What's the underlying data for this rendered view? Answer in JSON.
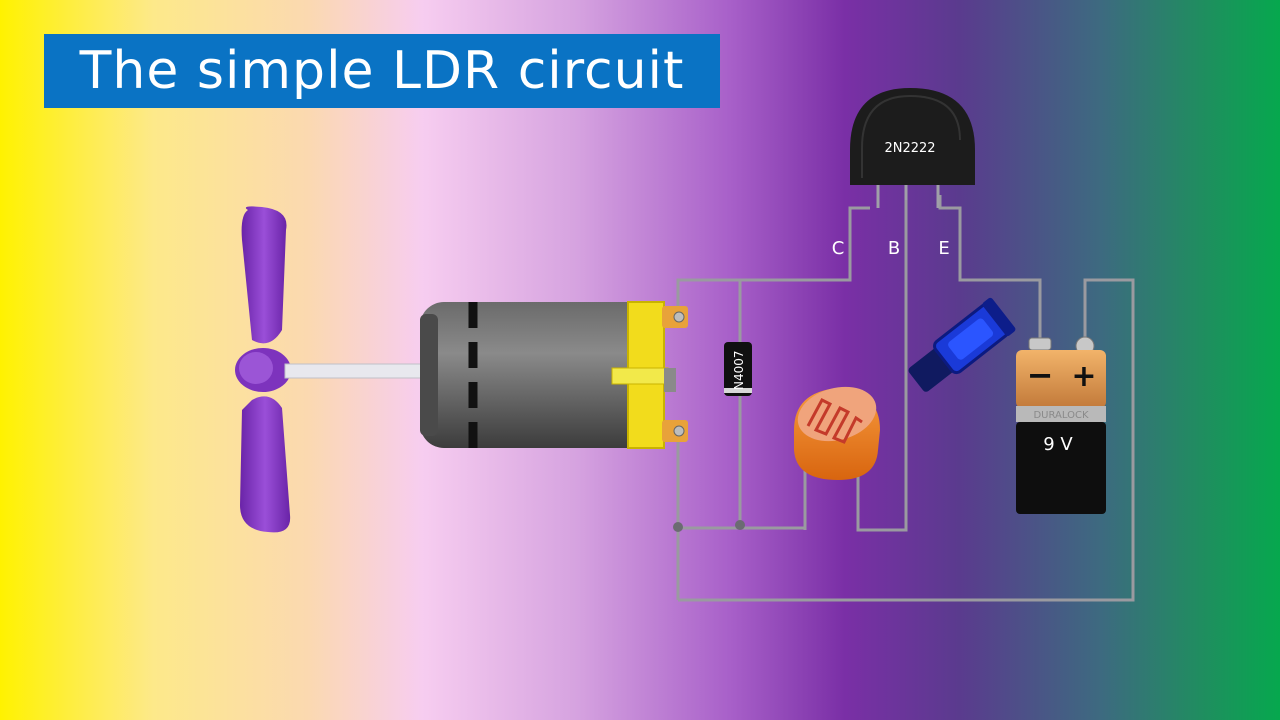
{
  "title": "The simple LDR circuit",
  "transistor": {
    "part": "2N2222",
    "pins": {
      "c": "C",
      "b": "B",
      "e": "E"
    }
  },
  "diode": {
    "part": "N4007"
  },
  "battery": {
    "voltage": "9 V",
    "brand": "DURALOCK",
    "neg": "−",
    "pos": "+"
  },
  "colors": {
    "title_bg": "#0a73c4",
    "fan": "#8a3cc6",
    "motor_body": "#5a5a5a",
    "motor_cap": "#f2dc1c",
    "ldr": "#f0801e",
    "wire": "#9a9aa0",
    "battery_top": "#e6a35a",
    "flashlight": "#1a3ad8"
  }
}
